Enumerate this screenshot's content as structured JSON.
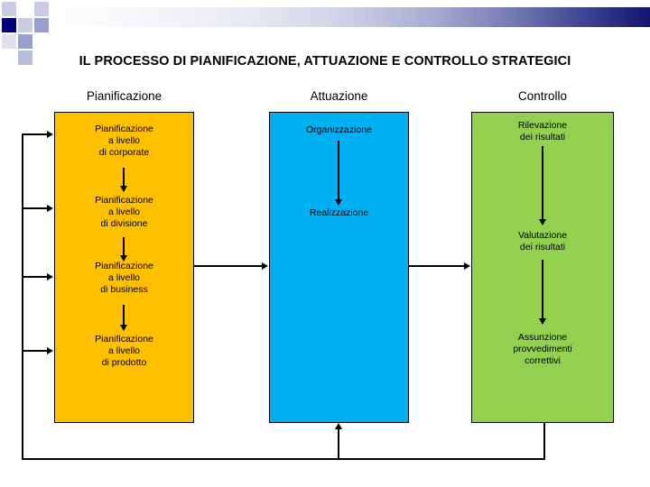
{
  "decoration": {
    "band_name": "top-gradient-band",
    "gradient_from": "#ffffff",
    "gradient_to": "#14146e",
    "accent_square_color": "#000080"
  },
  "title": "IL PROCESSO DI PIANIFICAZIONE, ATTUAZIONE E CONTROLLO STRATEGICI",
  "columns": [
    {
      "header": "Pianificazione",
      "color": "#FFC000"
    },
    {
      "header": "Attuazione",
      "color": "#00B0F0"
    },
    {
      "header": "Controllo",
      "color": "#92D050"
    }
  ],
  "planning_nodes": [
    {
      "line1": "Pianificazione",
      "line2": "a livello",
      "line3": "di corporate"
    },
    {
      "line1": "Pianificazione",
      "line2": "a livello",
      "line3": "di divisione"
    },
    {
      "line1": "Pianificazione",
      "line2": "a livello",
      "line3": "di business"
    },
    {
      "line1": "Pianificazione",
      "line2": "a livello",
      "line3": "di prodotto"
    }
  ],
  "execution_nodes": [
    {
      "line1": "Organizzazione"
    },
    {
      "line1": "Realizzazione"
    }
  ],
  "control_nodes": [
    {
      "line1": "Rilevazione",
      "line2": "dei risultati"
    },
    {
      "line1": "Valutazione",
      "line2": "dei risultati"
    },
    {
      "line1": "Assunzione",
      "line2": "provvedimenti",
      "line3": "correttivi"
    }
  ]
}
